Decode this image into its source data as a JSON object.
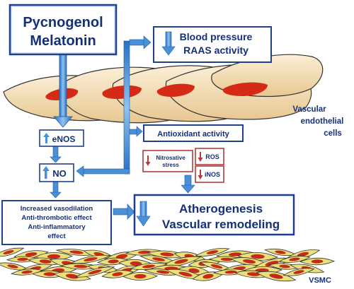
{
  "title": {
    "line1": "Pycnogenol",
    "line2": "Melatonin"
  },
  "effects_top": {
    "line1": "Blood pressure",
    "line2": "RAAS activity"
  },
  "antioxidant": "Antioxidant activity",
  "enos": "eNOS",
  "no": "NO",
  "nitrosative": {
    "line1": "Nitrosative",
    "line2": "stress"
  },
  "ros": "ROS",
  "inos": "iNOS",
  "effects_left": {
    "line1": "Increased vasodilation",
    "line2": "Anti-thrombotic effect",
    "line3": "Anti-inflammatory",
    "line4": "effect"
  },
  "outcome": {
    "line1": "Atherogenesis",
    "line2": "Vascular remodeling"
  },
  "label_endothelial": {
    "line1": "Vascular",
    "line2": "endothelial",
    "line3": "cells"
  },
  "label_vsmc": "VSMC",
  "colors": {
    "box_border": "#1f3f8f",
    "text": "#15307a",
    "arrow": "#4a90d9",
    "red_border": "#b33b3b",
    "cell_fill": "#f4dfb8",
    "cell_nucleus": "#d42a16"
  }
}
